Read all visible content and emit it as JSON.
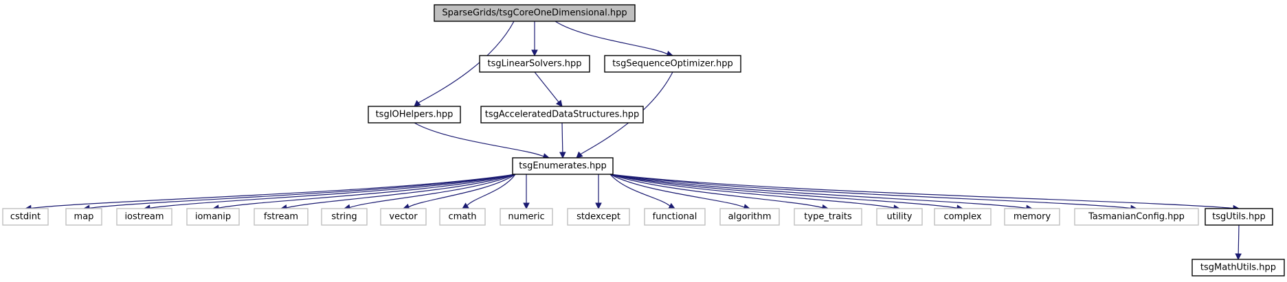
{
  "colors": {
    "edge": "#191970",
    "root_fill": "#bfbfbf",
    "local_border": "#000000",
    "system_border": "#bfbfbf"
  },
  "nodes": {
    "root": "SparseGrids/tsgCoreOneDimensional.hpp",
    "linear_solvers": "tsgLinearSolvers.hpp",
    "sequence_optimizer": "tsgSequenceOptimizer.hpp",
    "io_helpers": "tsgIOHelpers.hpp",
    "accelerated": "tsgAcceleratedDataStructures.hpp",
    "enumerates": "tsgEnumerates.hpp",
    "cstdint": "cstdint",
    "map": "map",
    "iostream": "iostream",
    "iomanip": "iomanip",
    "fstream": "fstream",
    "string": "string",
    "vector": "vector",
    "cmath": "cmath",
    "numeric": "numeric",
    "stdexcept": "stdexcept",
    "functional": "functional",
    "algorithm": "algorithm",
    "type_traits": "type_traits",
    "utility": "utility",
    "complex": "complex",
    "memory": "memory",
    "tasmanian_config": "TasmanianConfig.hpp",
    "utils": "tsgUtils.hpp",
    "math_utils": "tsgMathUtils.hpp"
  },
  "edges": [
    [
      "root",
      "io_helpers"
    ],
    [
      "root",
      "linear_solvers"
    ],
    [
      "root",
      "sequence_optimizer"
    ],
    [
      "linear_solvers",
      "accelerated"
    ],
    [
      "io_helpers",
      "enumerates"
    ],
    [
      "accelerated",
      "enumerates"
    ],
    [
      "sequence_optimizer",
      "enumerates"
    ],
    [
      "enumerates",
      "cstdint"
    ],
    [
      "enumerates",
      "map"
    ],
    [
      "enumerates",
      "iostream"
    ],
    [
      "enumerates",
      "iomanip"
    ],
    [
      "enumerates",
      "fstream"
    ],
    [
      "enumerates",
      "string"
    ],
    [
      "enumerates",
      "vector"
    ],
    [
      "enumerates",
      "cmath"
    ],
    [
      "enumerates",
      "numeric"
    ],
    [
      "enumerates",
      "stdexcept"
    ],
    [
      "enumerates",
      "functional"
    ],
    [
      "enumerates",
      "algorithm"
    ],
    [
      "enumerates",
      "type_traits"
    ],
    [
      "enumerates",
      "utility"
    ],
    [
      "enumerates",
      "complex"
    ],
    [
      "enumerates",
      "memory"
    ],
    [
      "enumerates",
      "tasmanian_config"
    ],
    [
      "enumerates",
      "utils"
    ],
    [
      "utils",
      "math_utils"
    ]
  ]
}
